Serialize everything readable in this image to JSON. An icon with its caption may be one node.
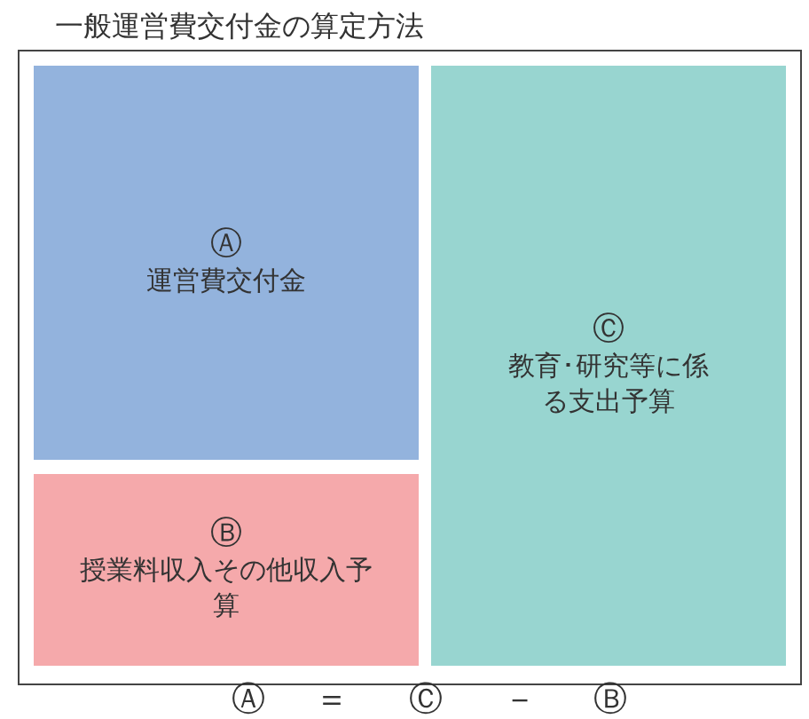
{
  "diagram": {
    "nodes": [
      {
        "text": [
          "一般運営費交付金の算定方法"
        ]
      },
      {
        "text": [
          "Ⓐ",
          "運営費交付金"
        ],
        "in": 0
      },
      {
        "text": [
          "Ⓑ",
          "授業料収入その他収入予算"
        ],
        "in": 0
      },
      {
        "text": [
          "Ⓒ",
          "教育･研究等に係る支出予算"
        ],
        "in": 0
      }
    ],
    "labels": [
      "Ⓐ",
      "＝",
      "Ⓒ",
      "－",
      "Ⓑ"
    ]
  }
}
